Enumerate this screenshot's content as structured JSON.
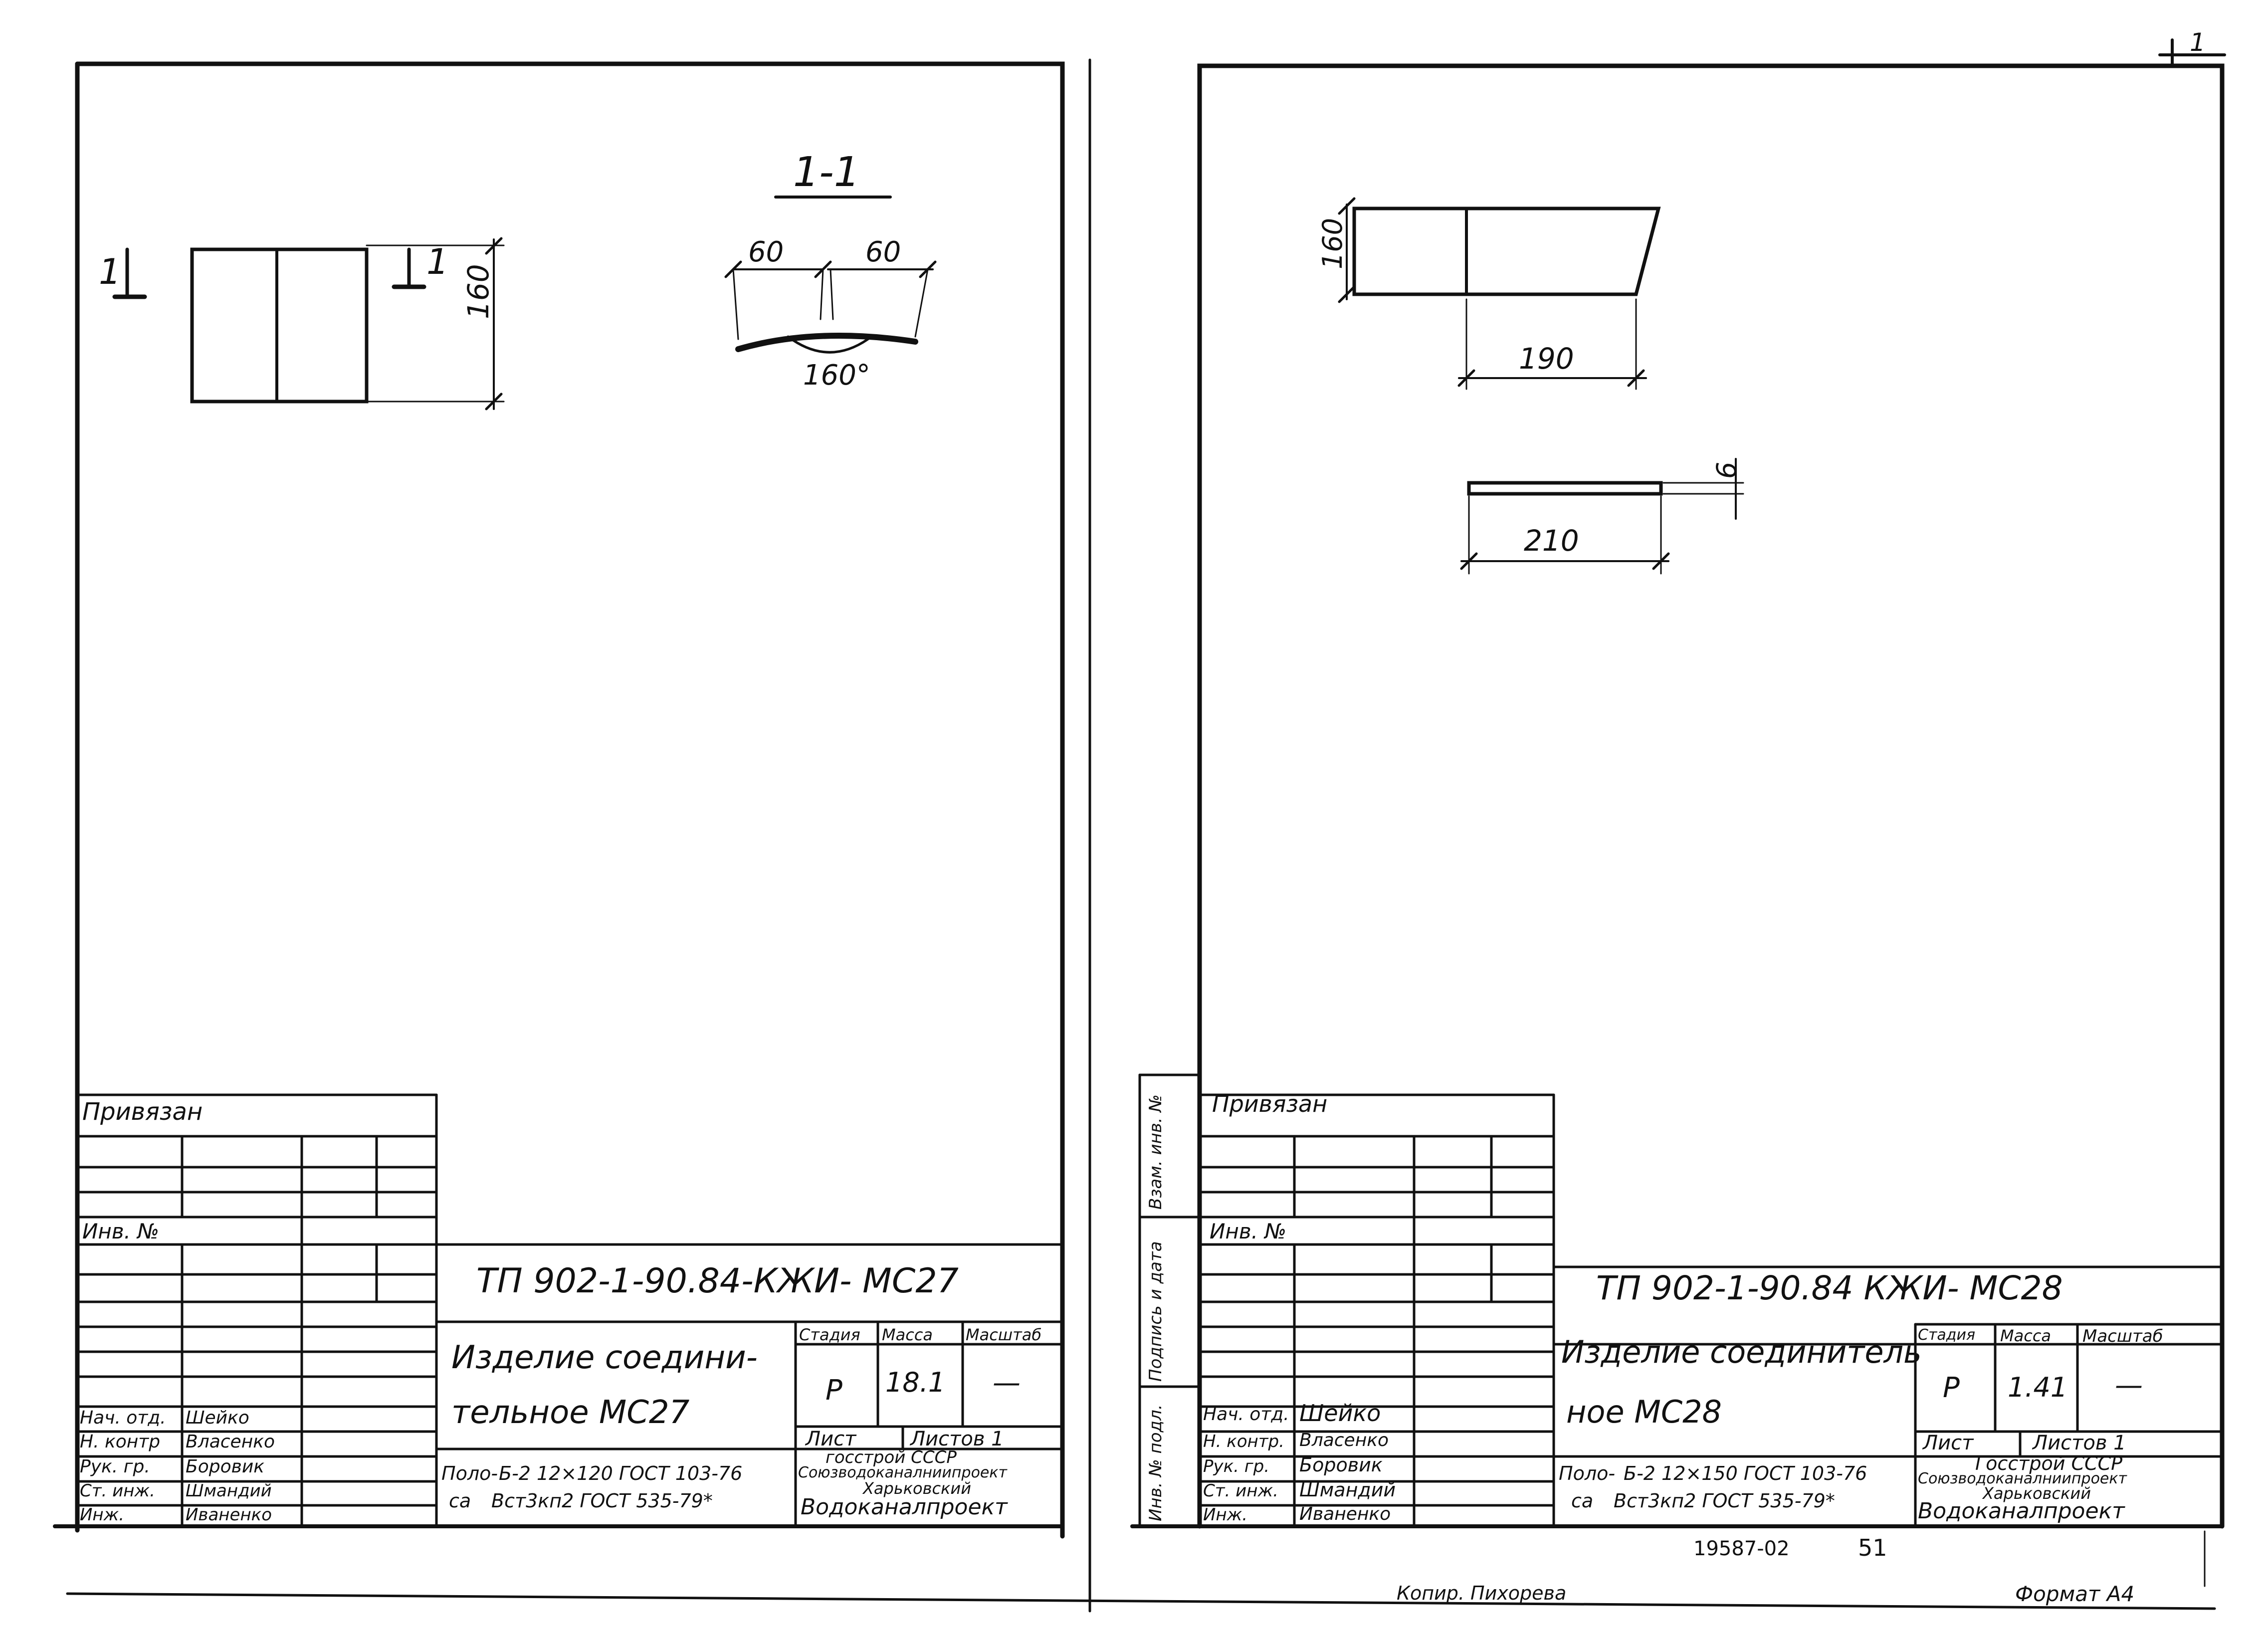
{
  "footer": {
    "copied_by": "Копир. Пихорева",
    "format": "Формат А4",
    "archive_code": "19587-02",
    "page_number": "51",
    "corner_mark": "1"
  },
  "sheets": [
    {
      "id": "MC27",
      "drawing": {
        "section_label": "1-1",
        "section_mark": "1",
        "height_dim": "160",
        "width_dim_1": "60",
        "width_dim_2": "60",
        "angle": "160°"
      },
      "title_block": {
        "attached_label": "Привязан",
        "inv_no_label": "Инв. №",
        "designation": "ТП 902-1-90.84-КЖИ- МС27",
        "title_line1": "Изделие соедини-",
        "title_line2": "тельное МС27",
        "col_stage": "Стадия",
        "col_mass": "Масса",
        "col_scale": "Масштаб",
        "stage": "Р",
        "mass": "18.1",
        "scale": "—",
        "sheet_label": "Лист",
        "sheets_label": "Листов 1",
        "material_1_prefix": "Поло-",
        "material_1": "Б-2 12×120 ГОСТ 103-76",
        "material_2_prefix": "са",
        "material_2": "Вст3кп2 ГОСТ 535-79*",
        "org_line1": "госстрой СССР",
        "org_line2": "Союзводоканалниипроект",
        "org_line3": "Харьковский",
        "org_line4": "Водоканалпроект",
        "staff": [
          {
            "role": "Нач. отд.",
            "name": "Шейко"
          },
          {
            "role": "Н. контр",
            "name": "Власенко"
          },
          {
            "role": "Рук. гр.",
            "name": "Боровик"
          },
          {
            "role": "Ст. инж.",
            "name": "Шмандий"
          },
          {
            "role": "Инж.",
            "name": "Иваненко"
          }
        ]
      }
    },
    {
      "id": "MC28",
      "drawing": {
        "height_dim": "160",
        "length_dim": "190",
        "length_dim_2": "210",
        "thickness_dim": "6"
      },
      "side_stamp": {
        "inv_orig": "Инв. № подл.",
        "sign_date": "Подпись и дата",
        "replaced_inv": "Взам. инв. №"
      },
      "title_block": {
        "attached_label": "Привязан",
        "inv_no_label": "Инв. №",
        "designation": "ТП 902-1-90.84 КЖИ- МС28",
        "title_line1": "Изделие соединитель",
        "title_line2": "ное МС28",
        "col_stage": "Стадия",
        "col_mass": "Масса",
        "col_scale": "Масштаб",
        "stage": "Р",
        "mass": "1.41",
        "scale": "—",
        "sheet_label": "Лист",
        "sheets_label": "Листов 1",
        "material_1_prefix": "Поло-",
        "material_1": "Б-2 12×150 ГОСТ 103-76",
        "material_2_prefix": "са",
        "material_2": "Вст3кп2 ГОСТ 535-79*",
        "org_line1": "Госстрой СССР",
        "org_line2": "Союзводоканалниипроект",
        "org_line3": "Харьковский",
        "org_line4": "Водоканалпроект",
        "staff": [
          {
            "role": "Нач. отд.",
            "name": "Шейко"
          },
          {
            "role": "Н. контр.",
            "name": "Власенко"
          },
          {
            "role": "Рук. гр.",
            "name": "Боровик"
          },
          {
            "role": "Ст. инж.",
            "name": "Шмандий"
          },
          {
            "role": "Инж.",
            "name": "Иваненко"
          }
        ]
      }
    }
  ]
}
